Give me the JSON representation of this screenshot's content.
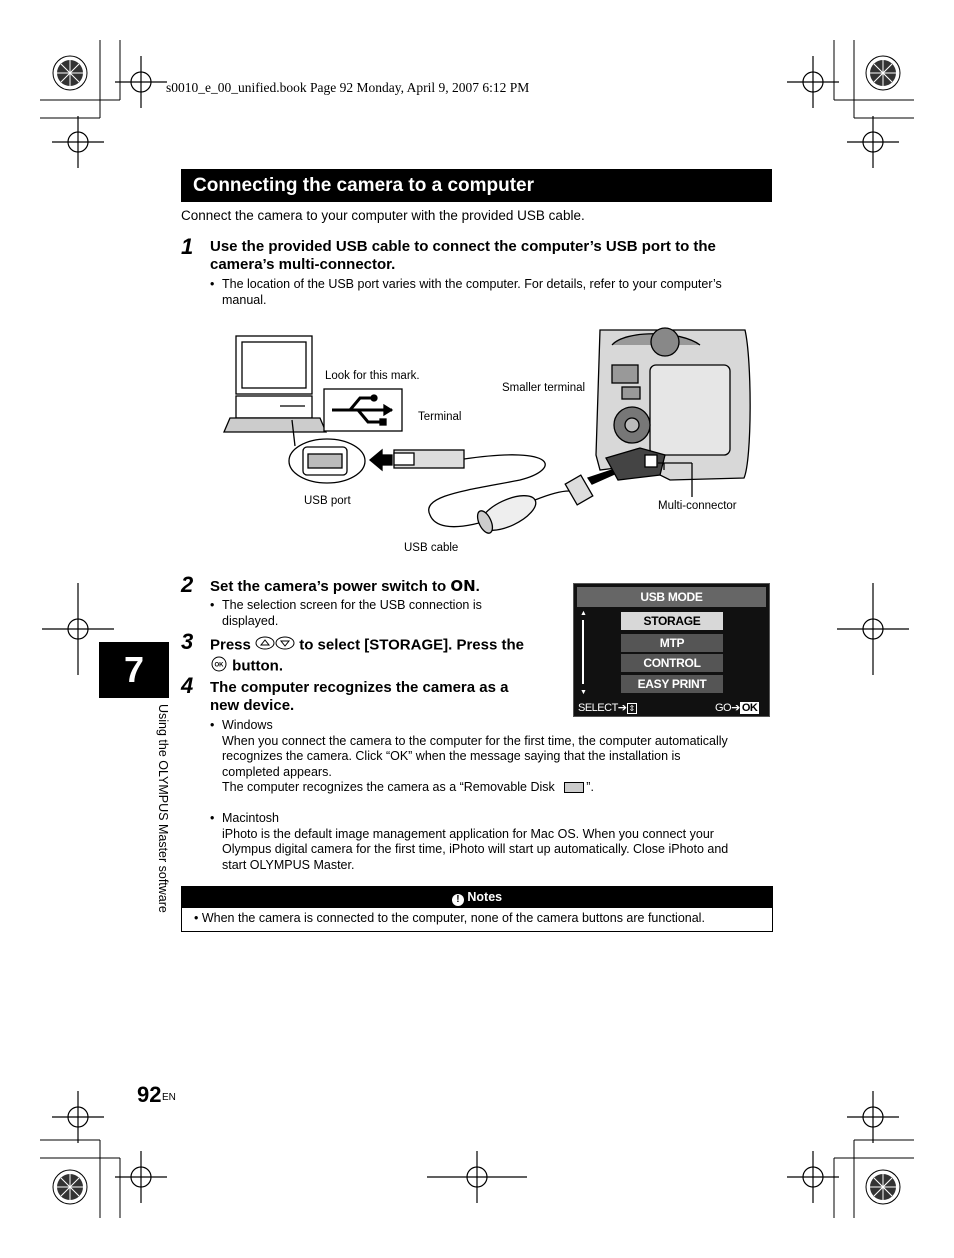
{
  "header": {
    "meta": "s0010_e_00_unified.book  Page 92  Monday, April 9, 2007  6:12 PM"
  },
  "section": {
    "title": "Connecting the camera to a computer",
    "intro": "Connect the camera to your computer with the provided USB cable."
  },
  "steps": [
    {
      "num": "1",
      "line1": "Use the provided USB cable to connect the computer’s USB port to the",
      "line2": "camera’s multi-connector.",
      "bullet_line1": "The location of the USB port varies with the computer. For details, refer to your computer’s",
      "bullet_line2": "manual."
    },
    {
      "num": "2",
      "text": "Set the camera’s power switch to",
      "text_strong": "ON",
      "text_end": ".",
      "bullet_line1": "The selection screen for the USB connection is",
      "bullet_line2": "displayed."
    },
    {
      "num": "3",
      "text_a": "Press",
      "text_b": "to select [STORAGE]. Press the",
      "text_c": "button."
    },
    {
      "num": "4",
      "line1": "The computer recognizes the camera as a",
      "line2": "new device."
    }
  ],
  "diagram": {
    "look_for_mark": "Look for this mark.",
    "terminal": "Terminal",
    "smaller_terminal": "Smaller terminal",
    "usb_port": "USB port",
    "usb_cable": "USB cable",
    "multi_connector": "Multi-connector"
  },
  "usb_screen": {
    "title": "USB MODE",
    "options": [
      "STORAGE",
      "MTP",
      "CONTROL",
      "EASY PRINT"
    ],
    "select_label": "SELECT",
    "go_label": "GO",
    "ok_label": "OK"
  },
  "windows": {
    "label": "Windows",
    "l1": "When you connect the camera to the computer for the first time, the computer automatically",
    "l2": "recognizes the camera. Click “OK” when the message saying that the installation is",
    "l3": "completed appears.",
    "l4a": "The computer recognizes the camera as a “Removable Disk",
    "l4b": "”."
  },
  "mac": {
    "label": "Macintosh",
    "l1": "iPhoto is the default image management application for Mac OS. When you connect your",
    "l2": "Olympus digital camera for the first time, iPhoto will start up automatically. Close iPhoto and",
    "l3": "start OLYMPUS Master."
  },
  "notes": {
    "title": "Notes",
    "item": "When the camera is connected to the computer, none of the camera buttons are functional."
  },
  "chapter": {
    "number": "7",
    "side_text": "Using the OLYMPUS Master software"
  },
  "footer": {
    "page": "92",
    "lang": "EN"
  }
}
